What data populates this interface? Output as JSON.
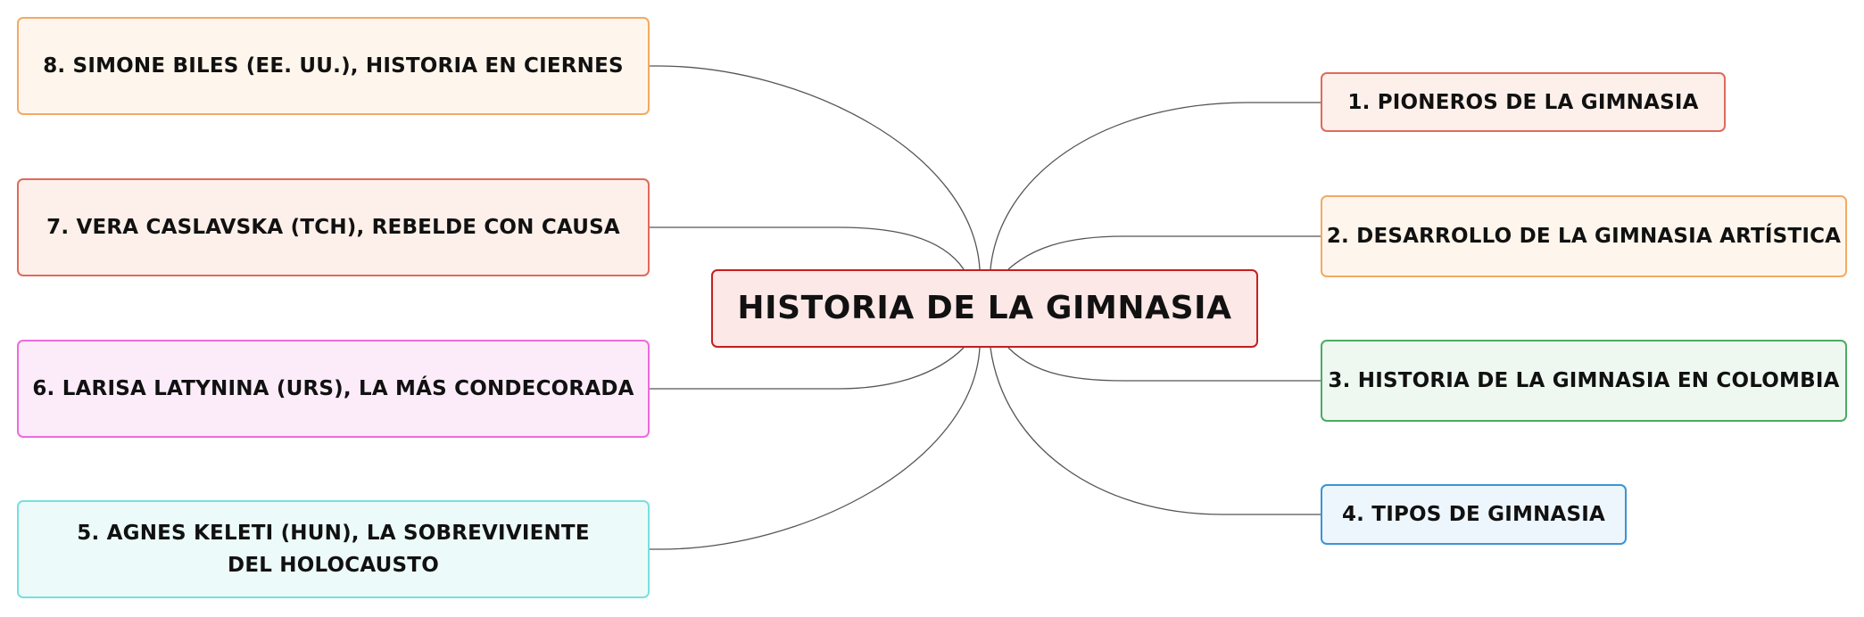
{
  "central": {
    "label": "HISTORIA DE LA GIMNASIA",
    "color": "#c3201f"
  },
  "branches": [
    {
      "label": "1. PIONEROS DE LA GIMNASIA",
      "color": "#e06a5c"
    },
    {
      "label": "2. DESARROLLO DE LA GIMNASIA ARTÍSTICA",
      "color": "#f2aa63"
    },
    {
      "label": "3. HISTORIA DE LA GIMNASIA EN COLOMBIA",
      "color": "#4aac62"
    },
    {
      "label": "4. TIPOS DE GIMNASIA",
      "color": "#3b94d4"
    },
    {
      "label": "5. AGNES KELETI (HUN), LA SOBREVIVIENTE DEL HOLOCAUSTO",
      "color": "#76e0df"
    },
    {
      "label": "6. LARISA LATYNINA (URS), LA MÁS CONDECORADA",
      "color": "#ec6bdc"
    },
    {
      "label": "7. VERA CASLAVSKA (TCH), REBELDE CON CAUSA",
      "color": "#e06a5c"
    },
    {
      "label": "8. SIMONE BILES (EE. UU.), HISTORIA EN CIERNES",
      "color": "#f2aa63"
    }
  ]
}
